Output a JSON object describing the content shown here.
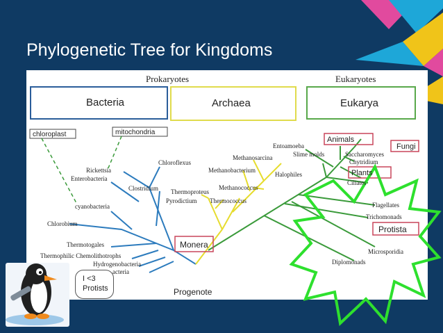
{
  "slide": {
    "title": "Phylogenetic Tree for Kingdoms"
  },
  "diagram": {
    "groups": {
      "prokaryotes": "Prokaryotes",
      "eukaryotes": "Eukaryotes"
    },
    "domains": {
      "bacteria": "Bacteria",
      "archaea": "Archaea",
      "eukarya": "Eukarya"
    },
    "organelles": {
      "chloroplast": "chloroplast",
      "mitochondria": "mitochondria"
    },
    "bacteria_labels": {
      "rickettsia": "Rickettsia",
      "enterobacteria": "Enterobacteria",
      "cyanobacteria": "cyanobacteria",
      "chlorobium": "Chlorobium",
      "thermotogales": "Thermotogales",
      "thermophilic": "Thermophilic Chemolithotrophs",
      "hydrogenobacteria": "Hydrogenobacteria",
      "aquifex": "acteria",
      "chloroflexus": "Chloroflexus",
      "clostridium": "Clostridium"
    },
    "archaea_labels": {
      "methanosarcina": "Methanosarcina",
      "methanobacterium": "Methanobacterium",
      "halophiles": "Halophiles",
      "methanococcus": "Methanococcus",
      "thermoproteus": "Thermoproteus",
      "pyrodictium": "Pyrodictium",
      "thermococcus": "Thermococcus"
    },
    "eukarya_labels": {
      "entoamoeba": "Entoamoeba",
      "slime_molds": "Slime molds",
      "saccharomyces": "Saccharomyces",
      "chytridium": "Chytridium",
      "ciliates": "Ciliates",
      "flagellates": "Flagellates",
      "trichomonads": "Trichomonads",
      "microsporidia": "Microsporidia",
      "diplomonads": "Diplomonads"
    },
    "kingdoms": {
      "animals": "Animals",
      "fungi": "Fungi",
      "plants": "Plants",
      "protista": "Protista",
      "monera": "Monera"
    },
    "root": "Progenote"
  },
  "mascot": {
    "speech": [
      "I <3",
      "Protists"
    ]
  },
  "colors": {
    "background": "#0f3a63",
    "bacteria": "#2c7bbd",
    "archaea": "#e6dc2e",
    "eukarya": "#3a9a3a",
    "star": "#2ee02e",
    "kingdom_box": "#c9455a"
  }
}
